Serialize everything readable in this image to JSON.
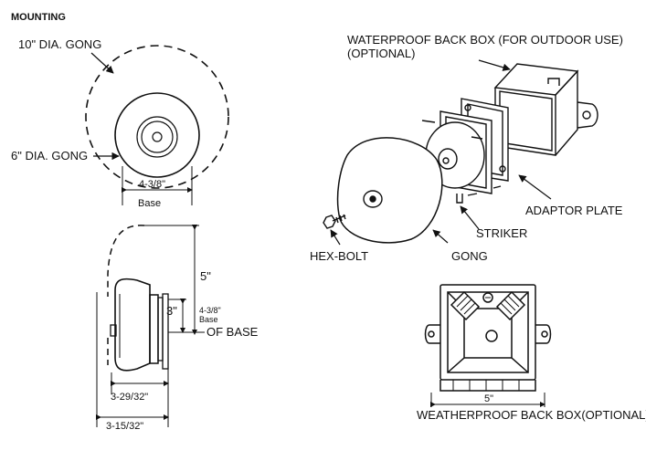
{
  "title": "MOUNTING",
  "labels": {
    "gong_10": "10\" DIA. GONG",
    "gong_6": "6\" DIA. GONG",
    "base_dim": "4-3/8\"",
    "base_word": "Base",
    "height_5": "5\"",
    "dim_3": "3\"",
    "side_base_dim": "4-3/8\"",
    "side_base_word": "Base",
    "of_base": "OF BASE",
    "depth_a": "3-29/32\"",
    "depth_b": "3-15/32\"",
    "waterproof_1": "WATERPROOF BACK BOX (FOR OUTDOOR USE)",
    "waterproof_2": "(OPTIONAL)",
    "adaptor_plate": "ADAPTOR PLATE",
    "striker": "STRIKER",
    "hex_bolt": "HEX-BOLT",
    "gong": "GONG",
    "box_width": "5\"",
    "weatherproof": "WEATHERPROOF BACK BOX(OPTIONAL)"
  }
}
